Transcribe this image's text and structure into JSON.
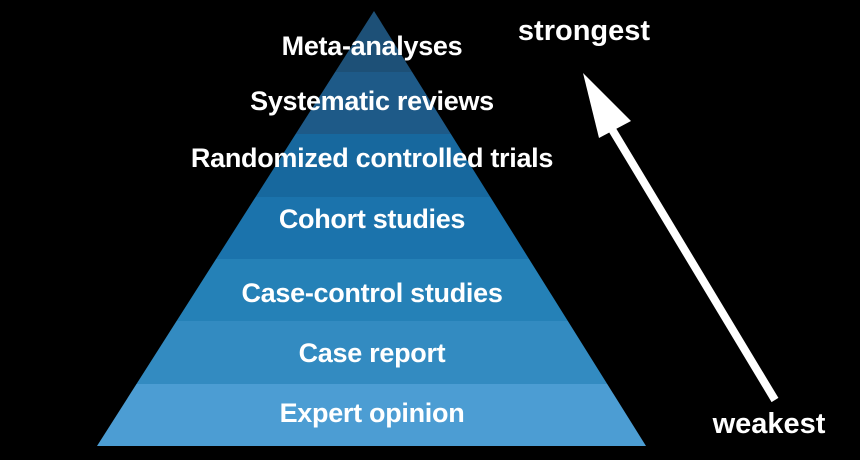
{
  "colors": {
    "background": "#000000",
    "text": "#ffffff",
    "arrow": "#ffffff"
  },
  "pyramid": {
    "levels": [
      {
        "label": "Meta-analyses",
        "color": "#1d5077"
      },
      {
        "label": "Systematic reviews",
        "color": "#1e5a88"
      },
      {
        "label": "Randomized controlled trials",
        "color": "#17689e"
      },
      {
        "label": "Cohort studies",
        "color": "#1b73ac"
      },
      {
        "label": "Case-control studies",
        "color": "#2581b7"
      },
      {
        "label": "Case report",
        "color": "#338bc1"
      },
      {
        "label": "Expert opinion",
        "color": "#4c9dd3"
      }
    ]
  },
  "annotations": {
    "strongest": "strongest",
    "weakest": "weakest"
  }
}
